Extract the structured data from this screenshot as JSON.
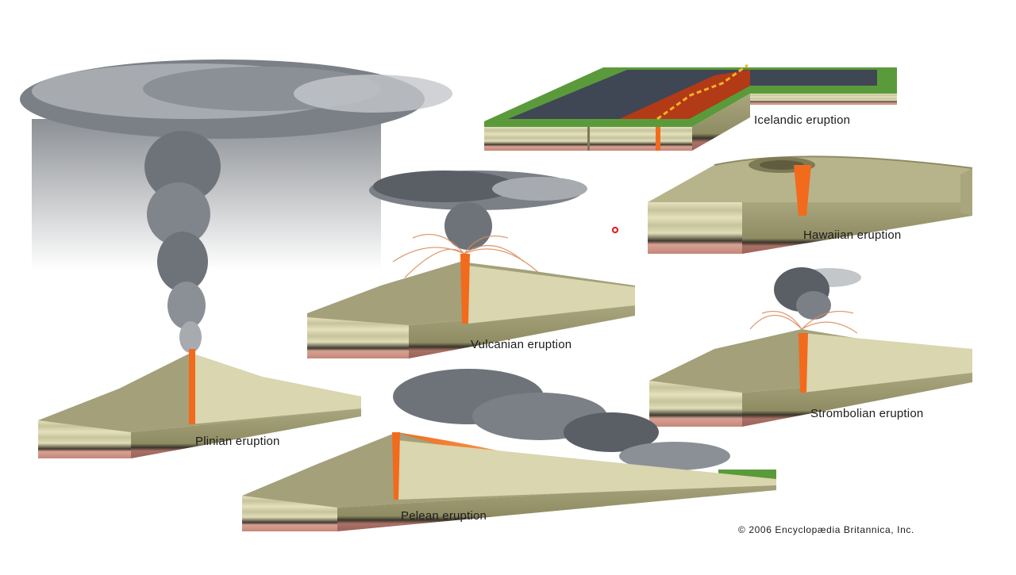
{
  "labels": {
    "icelandic": "Icelandic eruption",
    "hawaiian": "Hawaiian eruption",
    "vulcanian": "Vulcanian eruption",
    "plinian": "Plinian eruption",
    "strombolian": "Strombolian eruption",
    "pelean": "Pelean eruption"
  },
  "copyright": "© 2006 Encyclopædia Britannica, Inc.",
  "colors": {
    "strata_light": "#d9d6b0",
    "strata_dark": "#9a9a6e",
    "ground_surface": "#8a8a62",
    "rock_red": "#c48a7c",
    "magma": "#f26a1c",
    "ash": "#6e737a",
    "grass": "#5b9a3a",
    "lava_field": "#3f4654",
    "pointer": "#e0161d"
  }
}
